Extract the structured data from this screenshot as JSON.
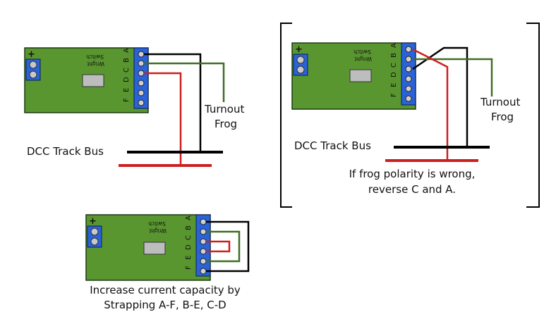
{
  "board": {
    "plus_sign": "+",
    "brand_line1": "Switch",
    "brand_line2": "Wright",
    "terminal_letters": [
      "A",
      "B",
      "C",
      "D",
      "E",
      "F"
    ]
  },
  "panel_top_left": {
    "turnout_line1": "Turnout",
    "turnout_line2": "Frog",
    "dcc_label": "DCC Track Bus"
  },
  "panel_top_right": {
    "turnout_line1": "Turnout",
    "turnout_line2": "Frog",
    "dcc_label": "DCC Track Bus",
    "note_line1": "If frog polarity is wrong,",
    "note_line2": "reverse C and A."
  },
  "panel_bottom": {
    "caption_line1": "Increase current capacity by",
    "caption_line2": "Strapping A-F, B-E, C-D"
  },
  "colors": {
    "board_green": "#5a9630",
    "board_outline": "#1c3a10",
    "terminal_blue": "#2a62d8",
    "wire_black": "#000000",
    "wire_red": "#cc1f1f",
    "wire_green": "#3f6e22",
    "chip_gray": "#bdbdbd"
  }
}
